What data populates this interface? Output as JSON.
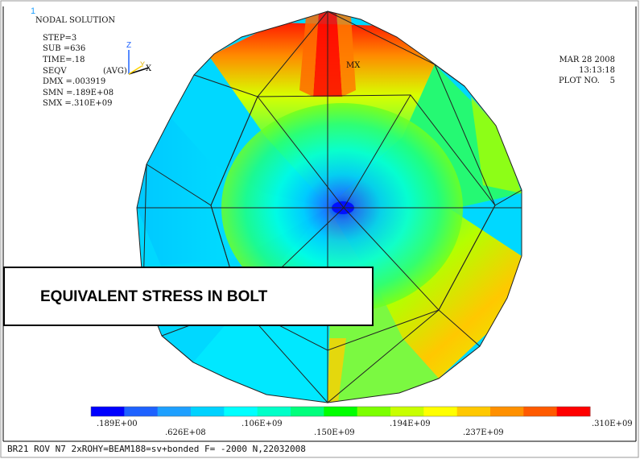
{
  "viewport_number": "1",
  "header": {
    "title": "NODAL SOLUTION",
    "lines": [
      "STEP=3",
      "SUB =636",
      "TIME=.18",
      "SEQV",
      "DMX =.003919",
      "SMN =.189E+08",
      "SMX =.310E+09"
    ],
    "avg_label": "(AVG)"
  },
  "axis_triad": {
    "z": "Z",
    "x": "X",
    "y": "Y"
  },
  "date_block": {
    "date": "MAR 28 2008",
    "time": "13:13:18",
    "plot": "PLOT NO.    5"
  },
  "mx_label": "MX",
  "annotation_box": "EQUIVALENT STRESS IN BOLT",
  "legend": {
    "colors": [
      "#0000ff",
      "#1e62ff",
      "#1ea0ff",
      "#00d2ff",
      "#00ffff",
      "#00ffc8",
      "#00ff7c",
      "#00ff00",
      "#7cff00",
      "#c8ff00",
      "#ffff00",
      "#ffc800",
      "#ff9000",
      "#ff5a00",
      "#ff0000"
    ],
    "labels_top": [
      ".189E+00",
      ".106E+09",
      ".194E+09",
      ".310E+09"
    ],
    "labels_bottom": [
      ".626E+08",
      ".150E+09",
      ".237E+09"
    ]
  },
  "footer": "BR21 ROV N7 2xROHY=BEAM188=sv+bonded F= -2000 N,22032008",
  "colors": {
    "frame": "#000000",
    "background": "#ffffff"
  }
}
